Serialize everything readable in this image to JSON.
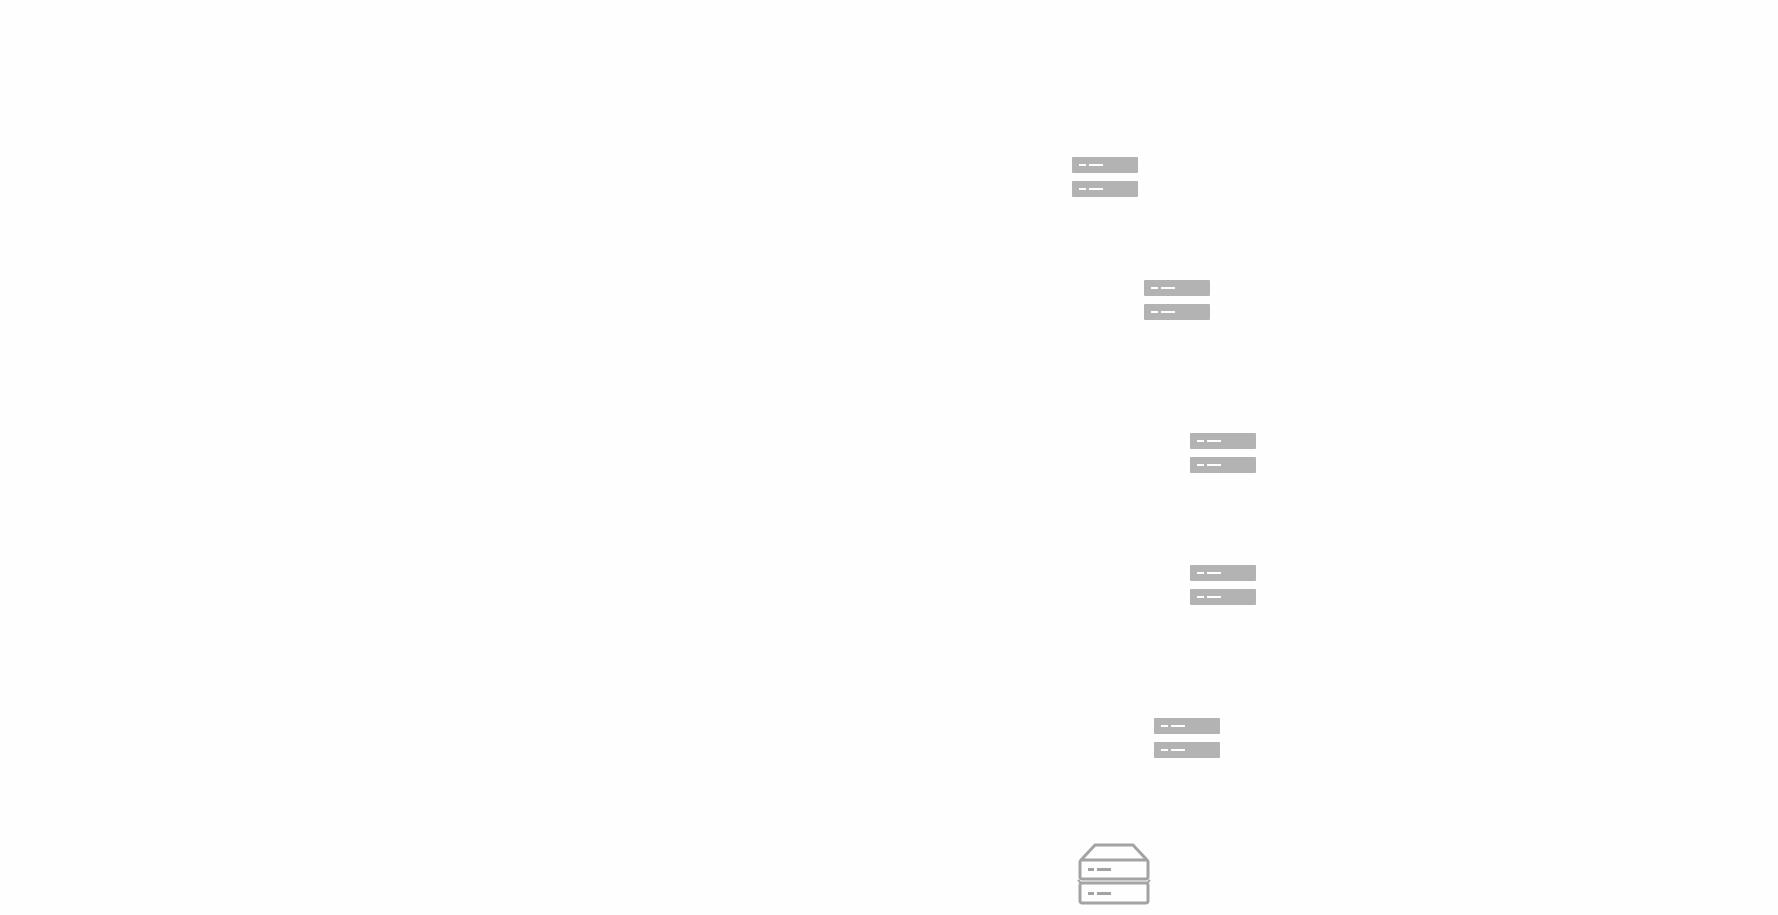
{
  "canvas": {
    "background": "#fefefe"
  },
  "colors": {
    "server_fill": "#b3b3b3",
    "server_detail": "#ffffff",
    "storage_outline": "#a3a3a3"
  },
  "nodes": [
    {
      "kind": "server-stack",
      "icon": "server-rack-icon",
      "units": 2
    },
    {
      "kind": "server-stack",
      "icon": "server-rack-icon",
      "units": 2
    },
    {
      "kind": "server-stack",
      "icon": "server-rack-icon",
      "units": 2
    },
    {
      "kind": "server-stack",
      "icon": "server-rack-icon",
      "units": 2
    },
    {
      "kind": "server-stack",
      "icon": "server-rack-icon",
      "units": 2
    },
    {
      "kind": "storage",
      "icon": "storage-device-icon",
      "units": 2
    }
  ]
}
